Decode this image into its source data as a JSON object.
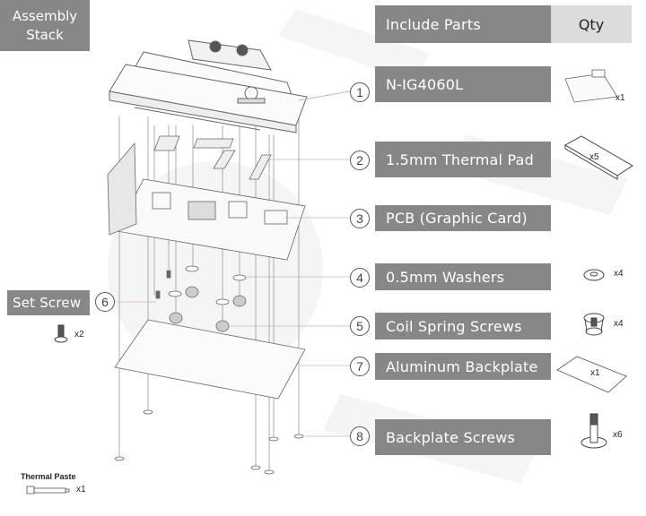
{
  "header": {
    "title_line1": "Assembly",
    "title_line2": "Stack",
    "parts_header": "Include Parts",
    "qty_header": "Qty"
  },
  "parts": [
    {
      "number": "1",
      "label": "N-IG4060L",
      "qty": "x1",
      "icon": "water-block-icon"
    },
    {
      "number": "2",
      "label": "1.5mm Thermal Pad",
      "qty": "x5",
      "icon": "thermal-pad-icon"
    },
    {
      "number": "3",
      "label": "PCB (Graphic Card)",
      "qty": "",
      "icon": ""
    },
    {
      "number": "4",
      "label": "0.5mm Washers",
      "qty": "x4",
      "icon": "washer-icon"
    },
    {
      "number": "5",
      "label": "Coil Spring Screws",
      "qty": "x4",
      "icon": "coil-spring-screw-icon"
    },
    {
      "number": "7",
      "label": "Aluminum Backplate",
      "qty": "x1",
      "icon": "backplate-icon"
    },
    {
      "number": "8",
      "label": "Backplate Screws",
      "qty": "x6",
      "icon": "backplate-screw-icon"
    }
  ],
  "set_screw": {
    "number": "6",
    "label": "Set Screw",
    "qty": "x2"
  },
  "thermal_paste": {
    "label": "Thermal Paste",
    "qty": "x1"
  },
  "colors": {
    "label_bg": "#87878a",
    "qty_bg": "#dcdcdc",
    "leader_line": "#d9a8c8"
  }
}
